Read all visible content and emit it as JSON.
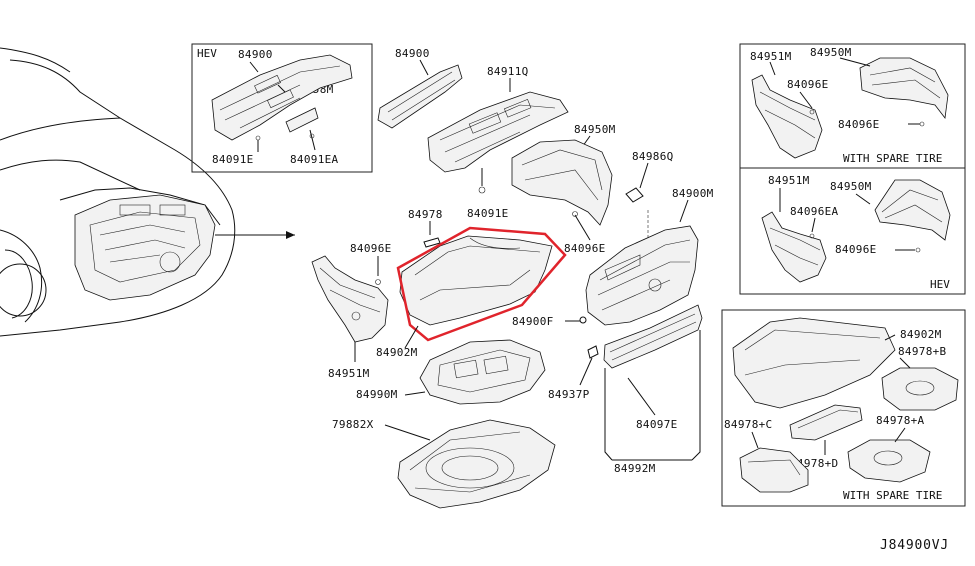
{
  "labels": {
    "hev_box_title": "HEV",
    "p84900_box": "84900",
    "p79458M": "79458M",
    "p84091E_box": "84091E",
    "p84091EA": "84091EA",
    "p84900": "84900",
    "p84911Q": "84911Q",
    "p84950M": "84950M",
    "p84986Q": "84986Q",
    "p84900M": "84900M",
    "p84978": "84978",
    "p84091E": "84091E",
    "p84096E_left": "84096E",
    "p84096E_mid": "84096E",
    "p84900F": "84900F",
    "p84902M": "84902M",
    "p84951M": "84951M",
    "p84990M": "84990M",
    "p79882X": "79882X",
    "p84937P": "84937P",
    "p84097E": "84097E",
    "p84992M": "84992M"
  },
  "box_top_right": {
    "p84951M": "84951M",
    "p84950M": "84950M",
    "p84096E_a": "84096E",
    "p84096E_b": "84096E",
    "caption": "WITH SPARE TIRE"
  },
  "box_mid_right": {
    "p84951M": "84951M",
    "p84950M": "84950M",
    "p84096EA": "84096EA",
    "p84096E": "84096E",
    "caption": "HEV"
  },
  "box_bottom_right": {
    "p84902M": "84902M",
    "p84978B": "84978+B",
    "p84978A": "84978+A",
    "p84978C": "84978+C",
    "p84978D": "84978+D",
    "caption": "WITH SPARE TIRE"
  },
  "diagram_code": "J84900VJ",
  "highlight_color": "#e0242c"
}
